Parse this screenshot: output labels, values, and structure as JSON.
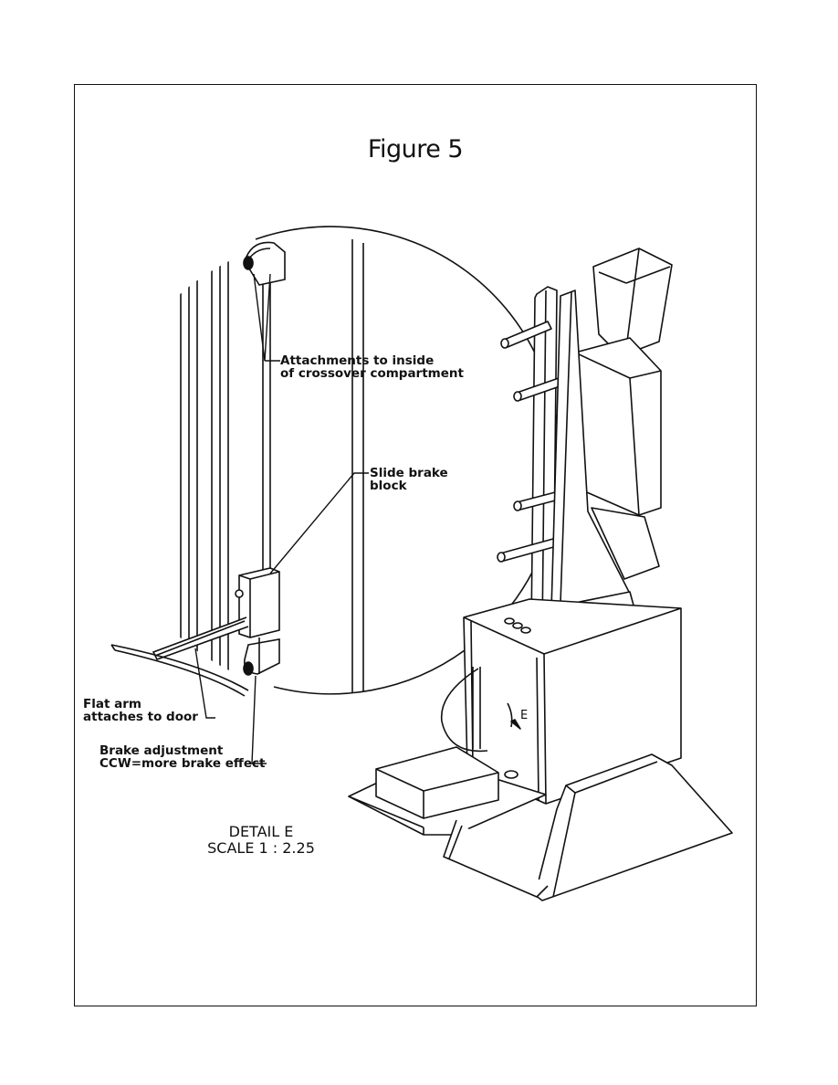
{
  "figure": {
    "title": "Figure 5"
  },
  "callouts": {
    "attachments_line1": "Attachments to inside",
    "attachments_line2": "of crossover compartment",
    "slide_brake_line1": "Slide brake",
    "slide_brake_line2": "block",
    "flat_arm_line1": "Flat arm",
    "flat_arm_line2": "attaches to door",
    "brake_adj_line1": "Brake adjustment",
    "brake_adj_line2": "CCW=more brake effect"
  },
  "detail": {
    "name": "DETAIL E",
    "scale": "SCALE 1 : 2.25",
    "marker_letter": "E"
  }
}
